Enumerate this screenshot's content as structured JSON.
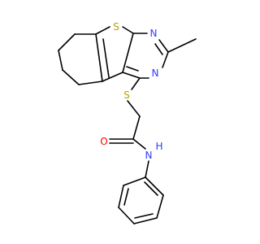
{
  "molecule": {
    "atom_labels": {
      "s_thiophene": "S",
      "n_upper": "N",
      "n_lower": "N",
      "s_thioether": "S",
      "o_carbonyl": "O",
      "n_amide": "N",
      "h_amide": "H"
    },
    "colors": {
      "bond": "#000000",
      "sulfur": "#b8a000",
      "nitrogen": "#2f3cff",
      "oxygen": "#ff0000"
    }
  }
}
